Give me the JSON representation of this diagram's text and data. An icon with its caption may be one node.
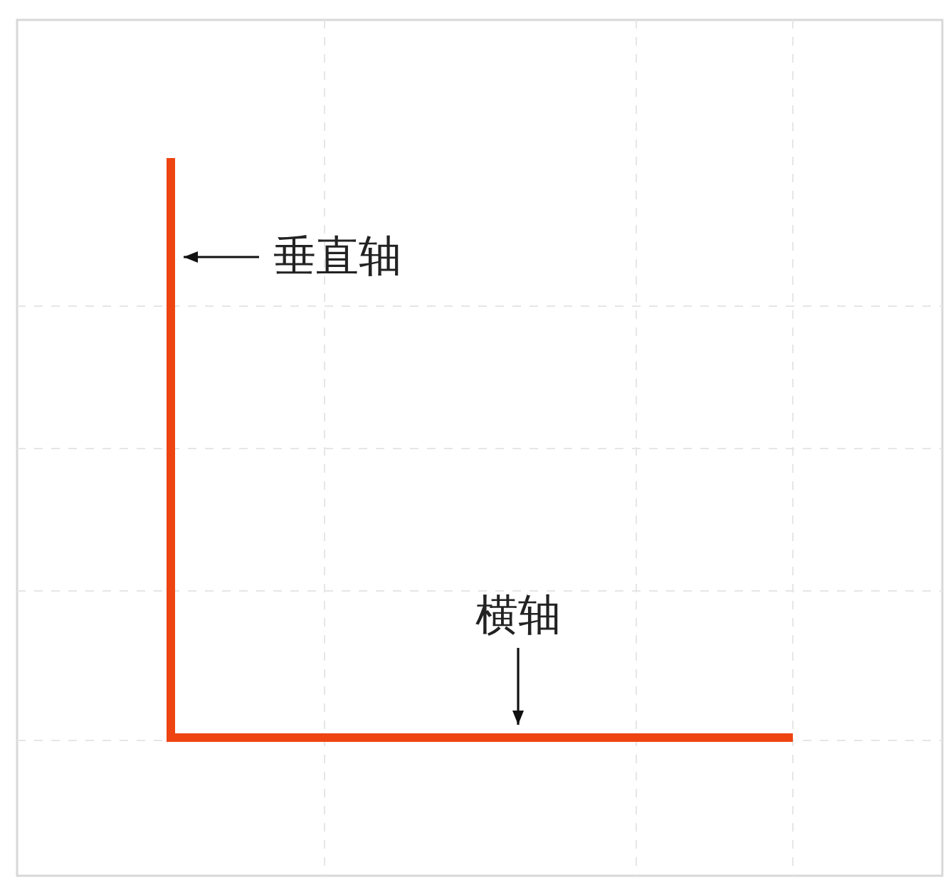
{
  "diagram": {
    "nodes": [
      {
        "text": [],
        "shape": "line"
      },
      {
        "text": [
          "垂直轴"
        ]
      },
      {
        "text": [
          "横轴"
        ]
      },
      {
        "text": [],
        "shape": "line"
      }
    ],
    "edges": [
      {
        "from": 1,
        "to": 0,
        "arrow": "to"
      },
      {
        "from": 2,
        "to": 3,
        "arrow": "to"
      }
    ]
  }
}
